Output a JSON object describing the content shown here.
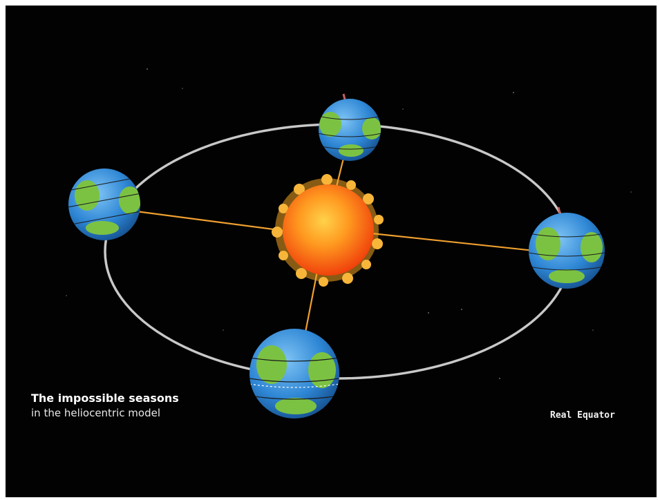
{
  "caption": {
    "title": "The impossible seasons",
    "subtitle": "in the heliocentric model"
  },
  "legend": {
    "label": "Real Equator"
  },
  "colors": {
    "background": "#020202",
    "orbit": "#c8c8c8",
    "sun_rays": "#f0a030",
    "ocean": "#3a8fd6",
    "land": "#7cc242",
    "sun": "#ff6a10"
  },
  "icons": {
    "sun": "sun-icon",
    "earth": "earth-globe-icon"
  }
}
